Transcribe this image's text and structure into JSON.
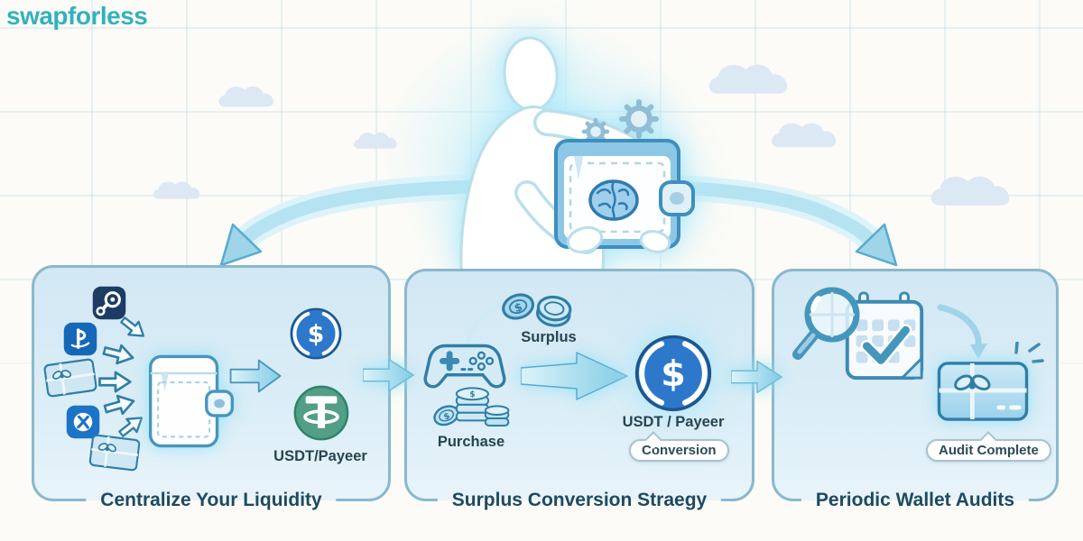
{
  "logo": {
    "text": "swapforless",
    "color": "#31b2bc"
  },
  "symbols": {
    "dollar": "$"
  },
  "colors": {
    "logo_teal": "#31b2bc",
    "panel_fill": "#d6eaf5",
    "panel_border": "#8ab8ce",
    "title_text": "#1d4a60",
    "label_text": "#27444f",
    "flow_arrow": "#a9dcee",
    "icon_stroke": "#2f7ea8",
    "usdc_blue": "#2e78cb",
    "usdt_green": "#539e86",
    "steam_navy": "#1d3c63",
    "playstation_blue": "#1568b8",
    "xbox_blue": "#1b74c6"
  },
  "center": {
    "icons": [
      "person-figure",
      "smart-wallet",
      "gears",
      "brain"
    ]
  },
  "panels": [
    {
      "id": "centralize",
      "title": "Centralize Your Liquidity",
      "coin_label": "USDT/Payeer",
      "source_icons": [
        "steam",
        "playstation",
        "gift-card",
        "xbox",
        "gift-card"
      ],
      "coin_icons": [
        "usdc",
        "usdt"
      ]
    },
    {
      "id": "conversion",
      "title": "Surplus Conversion Straegy",
      "purchase_label": "Purchase",
      "surplus_label": "Surplus",
      "coin_label": "USDT / Payeer",
      "badge": "Conversion",
      "icons": [
        "game-controller",
        "coin-stack",
        "flying-coins",
        "usdc"
      ]
    },
    {
      "id": "audits",
      "title": "Periodic Wallet Audits",
      "badge": "Audit Complete",
      "icons": [
        "magnifier",
        "calendar-check",
        "gift-card",
        "sparkles"
      ]
    }
  ]
}
